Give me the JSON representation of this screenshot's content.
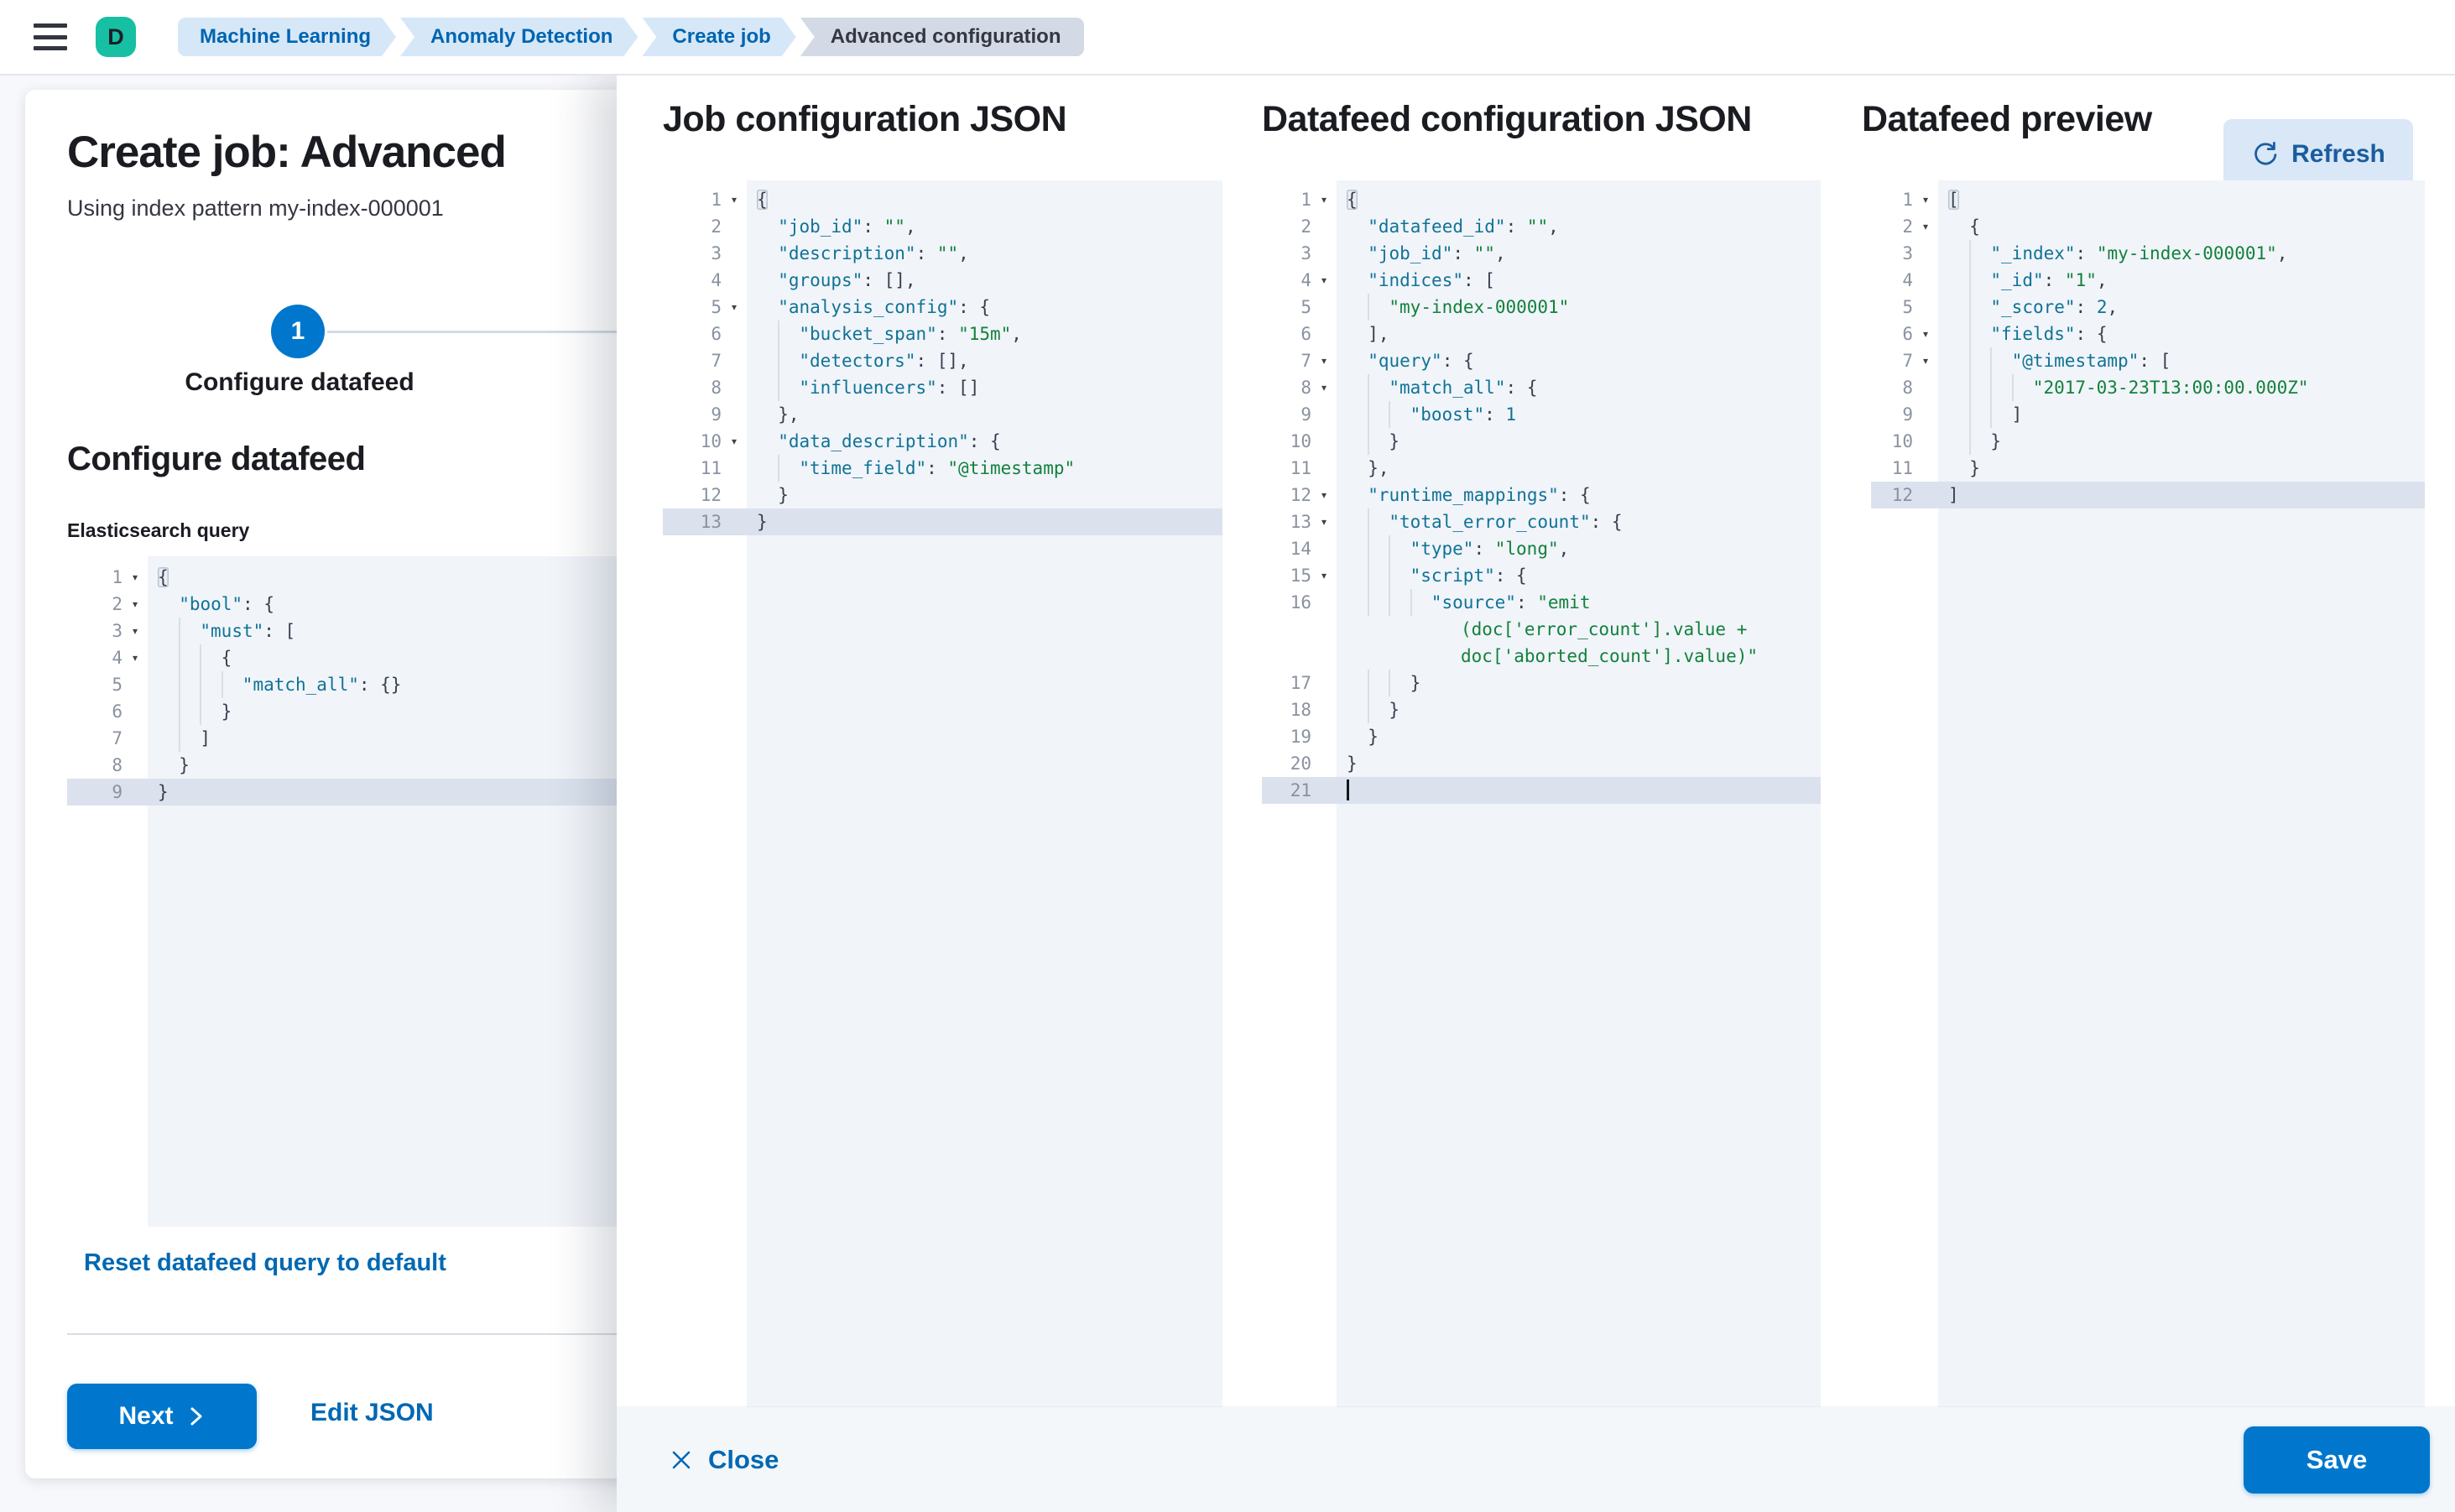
{
  "colors": {
    "primary_button": "#0077cc",
    "link": "#0068b3",
    "avatar": "#17bfa3",
    "breadcrumb_bg": "#d6e8f8",
    "breadcrumb_text": "#0064b0",
    "breadcrumb_current_bg": "#d3dae6",
    "breadcrumb_current_text": "#343741",
    "editor_bg": "#f1f4f9",
    "editor_active_line": "#dbe2ee",
    "editor_gutter_number": "#8a92a0",
    "editor_guide": "#d9dee8",
    "code_key": "#0f7396",
    "code_string": "#12813c",
    "code_punct": "#38404d",
    "refresh_bg": "#d9e7f7",
    "refresh_text": "#1a5d9e",
    "footer_bg": "#f4f7fa",
    "step_line": "#d3dae6",
    "page_bg": "#f7f8fb"
  },
  "header": {
    "avatar_initial": "D",
    "breadcrumbs": [
      {
        "label": "Machine Learning",
        "current": false
      },
      {
        "label": "Anomaly Detection",
        "current": false
      },
      {
        "label": "Create job",
        "current": false
      },
      {
        "label": "Advanced configuration",
        "current": true
      }
    ]
  },
  "wizard": {
    "title": "Create job: Advanced",
    "subtitle": "Using index pattern my-index-000001",
    "step": {
      "number": "1",
      "label": "Configure datafeed"
    },
    "section_title": "Configure datafeed",
    "query_editor_label": "Elasticsearch query",
    "reset_link": "Reset datafeed query to default",
    "next_button": "Next",
    "edit_json_link": "Edit JSON"
  },
  "flyout": {
    "job_panel_title": "Job configuration JSON",
    "datafeed_panel_title": "Datafeed configuration JSON",
    "preview_panel_title": "Datafeed preview",
    "refresh_button": "Refresh",
    "close_button": "Close",
    "save_button": "Save"
  },
  "editors": {
    "es_query": {
      "lines": [
        [
          1,
          1,
          0,
          0,
          [
            [
              "pb",
              "{"
            ]
          ]
        ],
        [
          2,
          1,
          0,
          1,
          [
            [
              "k",
              "\"bool\""
            ],
            [
              "p",
              ": {"
            ]
          ]
        ],
        [
          3,
          1,
          0,
          2,
          [
            [
              "k",
              "\"must\""
            ],
            [
              "p",
              ": ["
            ]
          ]
        ],
        [
          4,
          1,
          0,
          3,
          [
            [
              "p",
              "{"
            ]
          ]
        ],
        [
          5,
          0,
          0,
          4,
          [
            [
              "k",
              "\"match_all\""
            ],
            [
              "p",
              ": {}"
            ]
          ]
        ],
        [
          6,
          0,
          0,
          3,
          [
            [
              "p",
              "}"
            ]
          ]
        ],
        [
          7,
          0,
          0,
          2,
          [
            [
              "p",
              "]"
            ]
          ]
        ],
        [
          8,
          0,
          0,
          1,
          [
            [
              "p",
              "}"
            ]
          ]
        ],
        [
          9,
          0,
          1,
          0,
          [
            [
              "p",
              "}"
            ]
          ]
        ]
      ]
    },
    "job_config": {
      "lines": [
        [
          1,
          1,
          0,
          0,
          [
            [
              "pb",
              "{"
            ]
          ]
        ],
        [
          2,
          0,
          0,
          1,
          [
            [
              "k",
              "\"job_id\""
            ],
            [
              "p",
              ": "
            ],
            [
              "s",
              "\"\""
            ],
            [
              "p",
              ","
            ]
          ]
        ],
        [
          3,
          0,
          0,
          1,
          [
            [
              "k",
              "\"description\""
            ],
            [
              "p",
              ": "
            ],
            [
              "s",
              "\"\""
            ],
            [
              "p",
              ","
            ]
          ]
        ],
        [
          4,
          0,
          0,
          1,
          [
            [
              "k",
              "\"groups\""
            ],
            [
              "p",
              ": [],"
            ]
          ]
        ],
        [
          5,
          1,
          0,
          1,
          [
            [
              "k",
              "\"analysis_config\""
            ],
            [
              "p",
              ": {"
            ]
          ]
        ],
        [
          6,
          0,
          0,
          2,
          [
            [
              "k",
              "\"bucket_span\""
            ],
            [
              "p",
              ": "
            ],
            [
              "s",
              "\"15m\""
            ],
            [
              "p",
              ","
            ]
          ]
        ],
        [
          7,
          0,
          0,
          2,
          [
            [
              "k",
              "\"detectors\""
            ],
            [
              "p",
              ": [],"
            ]
          ]
        ],
        [
          8,
          0,
          0,
          2,
          [
            [
              "k",
              "\"influencers\""
            ],
            [
              "p",
              ": []"
            ]
          ]
        ],
        [
          9,
          0,
          0,
          1,
          [
            [
              "p",
              "},"
            ]
          ]
        ],
        [
          10,
          1,
          0,
          1,
          [
            [
              "k",
              "\"data_description\""
            ],
            [
              "p",
              ": {"
            ]
          ]
        ],
        [
          11,
          0,
          0,
          2,
          [
            [
              "k",
              "\"time_field\""
            ],
            [
              "p",
              ": "
            ],
            [
              "s",
              "\"@timestamp\""
            ]
          ]
        ],
        [
          12,
          0,
          0,
          1,
          [
            [
              "p",
              "}"
            ]
          ]
        ],
        [
          13,
          0,
          1,
          0,
          [
            [
              "p",
              "}"
            ]
          ]
        ]
      ]
    },
    "datafeed_config": {
      "lines": [
        [
          1,
          1,
          0,
          0,
          [
            [
              "pb",
              "{"
            ]
          ]
        ],
        [
          2,
          0,
          0,
          1,
          [
            [
              "k",
              "\"datafeed_id\""
            ],
            [
              "p",
              ": "
            ],
            [
              "s",
              "\"\""
            ],
            [
              "p",
              ","
            ]
          ]
        ],
        [
          3,
          0,
          0,
          1,
          [
            [
              "k",
              "\"job_id\""
            ],
            [
              "p",
              ": "
            ],
            [
              "s",
              "\"\""
            ],
            [
              "p",
              ","
            ]
          ]
        ],
        [
          4,
          1,
          0,
          1,
          [
            [
              "k",
              "\"indices\""
            ],
            [
              "p",
              ": ["
            ]
          ]
        ],
        [
          5,
          0,
          0,
          2,
          [
            [
              "s",
              "\"my-index-000001\""
            ]
          ]
        ],
        [
          6,
          0,
          0,
          1,
          [
            [
              "p",
              "],"
            ]
          ]
        ],
        [
          7,
          1,
          0,
          1,
          [
            [
              "k",
              "\"query\""
            ],
            [
              "p",
              ": {"
            ]
          ]
        ],
        [
          8,
          1,
          0,
          2,
          [
            [
              "k",
              "\"match_all\""
            ],
            [
              "p",
              ": {"
            ]
          ]
        ],
        [
          9,
          0,
          0,
          3,
          [
            [
              "k",
              "\"boost\""
            ],
            [
              "p",
              ": "
            ],
            [
              "n",
              "1"
            ]
          ]
        ],
        [
          10,
          0,
          0,
          2,
          [
            [
              "p",
              "}"
            ]
          ]
        ],
        [
          11,
          0,
          0,
          1,
          [
            [
              "p",
              "},"
            ]
          ]
        ],
        [
          12,
          1,
          0,
          1,
          [
            [
              "k",
              "\"runtime_mappings\""
            ],
            [
              "p",
              ": {"
            ]
          ]
        ],
        [
          13,
          1,
          0,
          2,
          [
            [
              "k",
              "\"total_error_count\""
            ],
            [
              "p",
              ": {"
            ]
          ]
        ],
        [
          14,
          0,
          0,
          3,
          [
            [
              "k",
              "\"type\""
            ],
            [
              "p",
              ": "
            ],
            [
              "s",
              "\"long\""
            ],
            [
              "p",
              ","
            ]
          ]
        ],
        [
          15,
          1,
          0,
          3,
          [
            [
              "k",
              "\"script\""
            ],
            [
              "p",
              ": {"
            ]
          ]
        ],
        [
          16,
          0,
          0,
          4,
          [
            [
              "k",
              "\"source\""
            ],
            [
              "p",
              ": "
            ],
            [
              "s",
              "\"emit"
            ]
          ]
        ],
        [
          null,
          0,
          0,
          0,
          [
            [
              "s",
              "(doc['error_count'].value +"
            ]
          ],
          {
            "px": 148
          }
        ],
        [
          null,
          0,
          0,
          0,
          [
            [
              "s",
              "doc['aborted_count'].value)\""
            ]
          ],
          {
            "px": 148
          }
        ],
        [
          17,
          0,
          0,
          3,
          [
            [
              "p",
              "}"
            ]
          ]
        ],
        [
          18,
          0,
          0,
          2,
          [
            [
              "p",
              "}"
            ]
          ]
        ],
        [
          19,
          0,
          0,
          1,
          [
            [
              "p",
              "}"
            ]
          ]
        ],
        [
          20,
          0,
          0,
          0,
          [
            [
              "p",
              "}"
            ]
          ]
        ],
        [
          21,
          0,
          1,
          0,
          [],
          {
            "cursor": true
          }
        ]
      ]
    },
    "datafeed_preview": {
      "lines": [
        [
          1,
          1,
          0,
          0,
          [
            [
              "pb",
              "["
            ]
          ]
        ],
        [
          2,
          1,
          0,
          1,
          [
            [
              "p",
              "{"
            ]
          ]
        ],
        [
          3,
          0,
          0,
          2,
          [
            [
              "k",
              "\"_index\""
            ],
            [
              "p",
              ": "
            ],
            [
              "s",
              "\"my-index-000001\""
            ],
            [
              "p",
              ","
            ]
          ]
        ],
        [
          4,
          0,
          0,
          2,
          [
            [
              "k",
              "\"_id\""
            ],
            [
              "p",
              ": "
            ],
            [
              "s",
              "\"1\""
            ],
            [
              "p",
              ","
            ]
          ]
        ],
        [
          5,
          0,
          0,
          2,
          [
            [
              "k",
              "\"_score\""
            ],
            [
              "p",
              ": "
            ],
            [
              "n",
              "2"
            ],
            [
              "p",
              ","
            ]
          ]
        ],
        [
          6,
          1,
          0,
          2,
          [
            [
              "k",
              "\"fields\""
            ],
            [
              "p",
              ": {"
            ]
          ]
        ],
        [
          7,
          1,
          0,
          3,
          [
            [
              "k",
              "\"@timestamp\""
            ],
            [
              "p",
              ": ["
            ]
          ]
        ],
        [
          8,
          0,
          0,
          4,
          [
            [
              "s",
              "\"2017-03-23T13:00:00.000Z\""
            ]
          ]
        ],
        [
          9,
          0,
          0,
          3,
          [
            [
              "p",
              "]"
            ]
          ]
        ],
        [
          10,
          0,
          0,
          2,
          [
            [
              "p",
              "}"
            ]
          ]
        ],
        [
          11,
          0,
          0,
          1,
          [
            [
              "p",
              "}"
            ]
          ]
        ],
        [
          12,
          0,
          1,
          0,
          [
            [
              "p",
              "]"
            ]
          ]
        ]
      ]
    }
  }
}
